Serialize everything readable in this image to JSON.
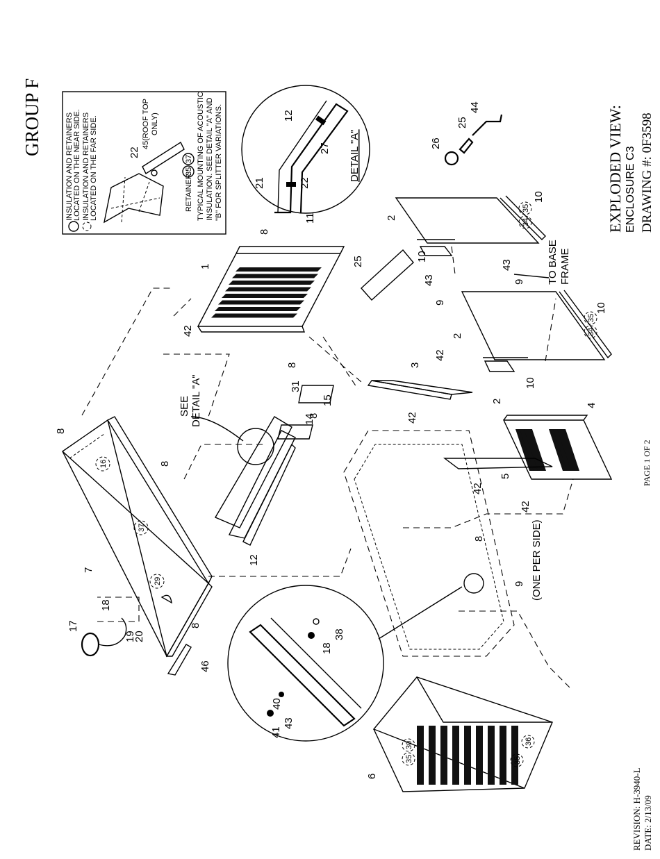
{
  "header": {
    "group": "GROUP F"
  },
  "title_block": {
    "line1": "EXPLODED VIEW:",
    "line2": "ENCLOSURE C3",
    "line3": "DRAWING #: 0F3598"
  },
  "footer": {
    "revision": "REVISION: H-3940-L",
    "date": "DATE: 2/13/09",
    "page": "PAGE 1 OF 2"
  },
  "legend": {
    "line1": "INSULATION AND RETAINERS",
    "line2": "LOCATED ON THE NEAR SIDE.",
    "line3": "INSULATION AND RETAINERS",
    "line4": "LOCATED ON THE FAR SIDE.",
    "retainer_label": "RETAINER",
    "callout_a": "22",
    "callout_b": "45(ROOF TOP",
    "callout_b2": "ONLY)",
    "note1": "TYPICAL MOUNTING OF ACOUSTIC",
    "note2": "INSULATION. SEE DETAIL \"A\" AND",
    "note3": "\"B\" FOR SPLITTER VARIATIONS.",
    "circ_35": "35",
    "circ_37": "37"
  },
  "detail_a": {
    "title": "DETAIL \"A\"",
    "n12": "12",
    "n27": "27",
    "n21": "21",
    "n22": "22",
    "n11": "11"
  },
  "labels": {
    "see_detail_1": "SEE",
    "see_detail_2": "DETAIL \"A\"",
    "to_base_1": "TO BASE",
    "to_base_2": "FRAME",
    "one_per_side": "(ONE PER SIDE)"
  },
  "parts": {
    "p1": "1",
    "p2a": "2",
    "p2b": "2",
    "p2c": "2",
    "p3": "3",
    "p4": "4",
    "p5": "5",
    "p6": "6",
    "p7": "7",
    "p8a": "8",
    "p8b": "8",
    "p8c": "8",
    "p8d": "8",
    "p8e": "8",
    "p8f": "8",
    "p8g": "8",
    "p9a": "9",
    "p9b": "9",
    "p9c": "9",
    "p10a": "10",
    "p10b": "10",
    "p10c": "10",
    "p10d": "10",
    "p12": "12",
    "p14": "14",
    "p15": "15",
    "p17": "17",
    "p18a": "18",
    "p18b": "18",
    "p19": "19",
    "p20": "20",
    "p25a": "25",
    "p25b": "25",
    "p26": "26",
    "p31": "31",
    "p38": "38",
    "p40": "40",
    "p41": "41",
    "p42a": "42",
    "p42b": "42",
    "p42c": "42",
    "p42d": "42",
    "p42e": "42",
    "p43a": "43",
    "p43b": "43",
    "p43c": "43",
    "p44": "44",
    "p46": "46"
  },
  "circled": {
    "c16": "16",
    "c37": "37",
    "c29": "29",
    "c34a": "34",
    "c35a": "35",
    "c34b": "34",
    "c35b": "35",
    "c35c": "35",
    "c30": "30",
    "c35d": "35",
    "c36": "36"
  }
}
